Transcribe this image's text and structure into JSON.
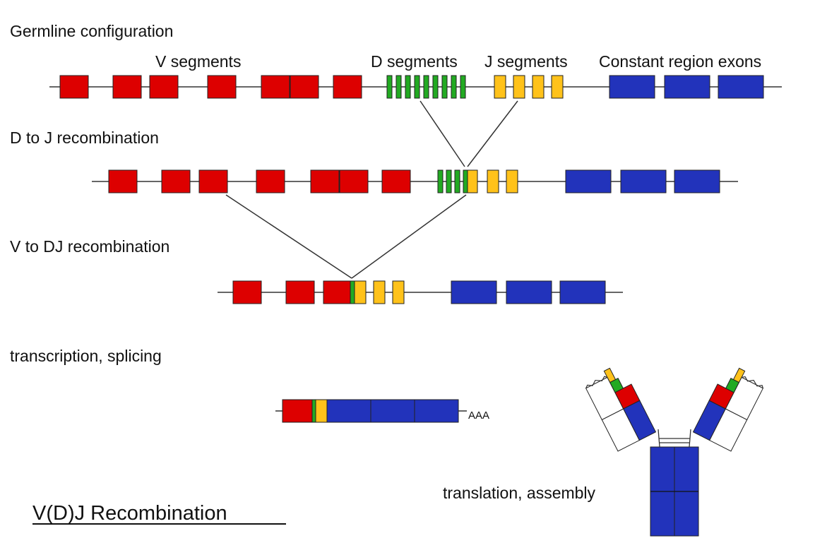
{
  "labels": {
    "germline": "Germline configuration",
    "v_segments": "V segments",
    "d_segments": "D segments",
    "j_segments": "J segments",
    "constant_exons": "Constant region exons",
    "d_to_j": "D to J recombination",
    "v_to_dj": "V to DJ recombination",
    "transcription": "transcription, splicing",
    "polya": "AAA",
    "translation": "translation, assembly",
    "title": "V(D)J Recombination"
  },
  "colors": {
    "v_segment": "#dd0000",
    "d_segment": "#22aa22",
    "j_segment": "#ffc21a",
    "constant": "#2233bb",
    "light_chain_constant": "#ffffff",
    "line": "#333333"
  }
}
